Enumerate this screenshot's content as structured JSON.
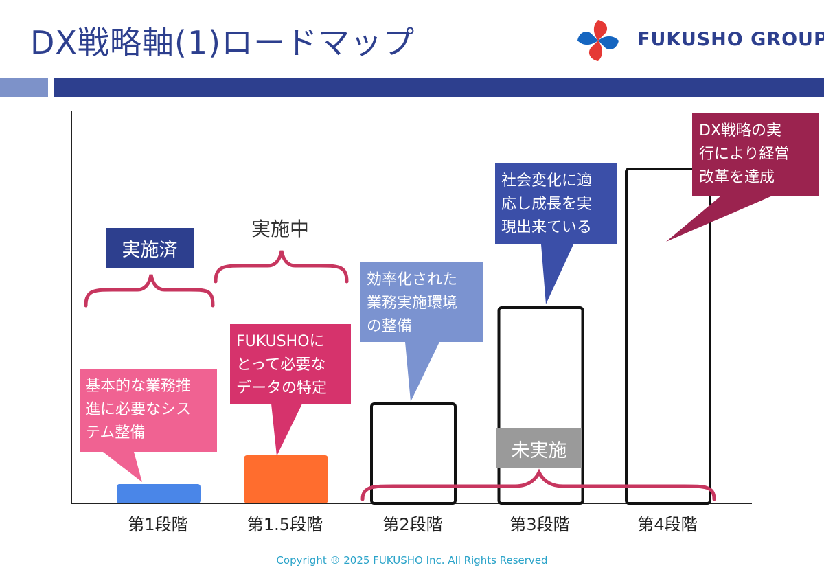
{
  "header": {
    "title": "DX戦略軸(1)ロードマップ",
    "brand": "FUKUSHO GROUP",
    "colors": {
      "title": "#2d3f8e",
      "band_dark": "#2d3f8e",
      "band_light": "#7d92c9"
    }
  },
  "chart_data": {
    "type": "bar",
    "categories": [
      "第1段階",
      "第1.5段階",
      "第2段階",
      "第3段階",
      "第4段階"
    ],
    "values": [
      28,
      70,
      145,
      285,
      487
    ],
    "status": [
      "filled",
      "filled",
      "outline",
      "outline",
      "outline"
    ],
    "colors": [
      "#4a86e8",
      "#ff6d2e",
      "#ffffff",
      "#ffffff",
      "#ffffff"
    ]
  },
  "phases": {
    "done": "実施済",
    "in_progress": "実施中",
    "not_done": "未実施"
  },
  "callouts": [
    {
      "text": "基本的な業務推\n進に必要なシス\nテム整備",
      "color": "#f06292"
    },
    {
      "text": "FUKUSHOに\nとって必要な\nデータの特定",
      "color": "#d6336c"
    },
    {
      "text": "効率化された\n業務実施環境\nの整備",
      "color": "#7b93d0"
    },
    {
      "text": "社会変化に適\n応し成長を実\n現出来ている",
      "color": "#3b4fa8"
    },
    {
      "text": "DX戦略の実\n行により経営\n改革を達成",
      "color": "#9b234f"
    }
  ],
  "footer": {
    "copyright": "Copyright ® 2025 FUKUSHO Inc. All Rights Reserved"
  }
}
